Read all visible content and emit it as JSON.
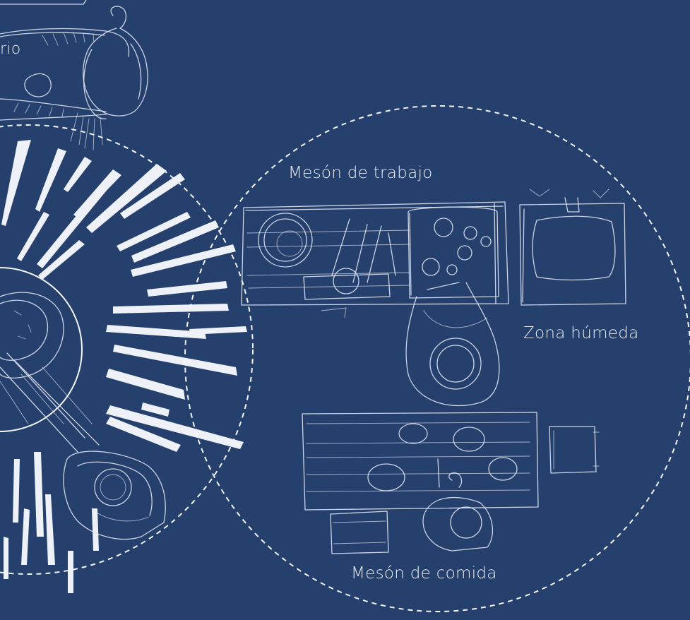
{
  "zones": {
    "work_counter": "Mesón de trabajo",
    "wet_zone": "Zona húmeda",
    "food_counter": "Mesón de comida",
    "partial_label": "rio"
  },
  "colors": {
    "background": "#26406e",
    "line": "#f3f5fa"
  }
}
